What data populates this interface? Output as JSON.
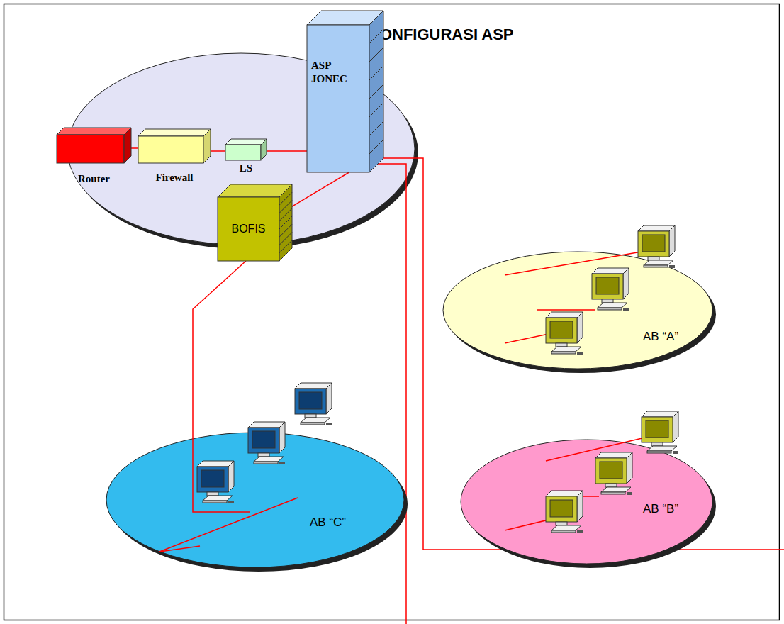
{
  "diagram": {
    "title": "KONFIGURASI ASP",
    "nodes": [
      {
        "text": [
          "Router"
        ]
      },
      {
        "text": [
          "Firewall"
        ]
      },
      {
        "text": [
          "LS"
        ]
      },
      {
        "text": [
          "ASP JONEC"
        ]
      },
      {
        "text": [
          "BOFIS"
        ]
      },
      {
        "text": [
          "AB “A”"
        ]
      },
      {
        "text": [
          "BOFIS"
        ],
        "in": 5
      },
      {
        "text": [
          "AB “B”"
        ]
      },
      {
        "text": [
          "BOFIS"
        ],
        "in": 7
      },
      {
        "text": [
          "AB “C”"
        ]
      }
    ],
    "edges": [
      {
        "from": 0,
        "to": 1,
        "arrow": "none"
      },
      {
        "from": 1,
        "to": 2,
        "arrow": "none"
      },
      {
        "from": 2,
        "to": 3,
        "arrow": "none"
      },
      {
        "from": 3,
        "to": 4,
        "arrow": "none"
      },
      {
        "from": 4,
        "to": 9,
        "arrow": "none"
      },
      {
        "from": 3,
        "to": 6,
        "arrow": "none"
      },
      {
        "from": 3,
        "to": 8,
        "arrow": "none"
      }
    ]
  }
}
